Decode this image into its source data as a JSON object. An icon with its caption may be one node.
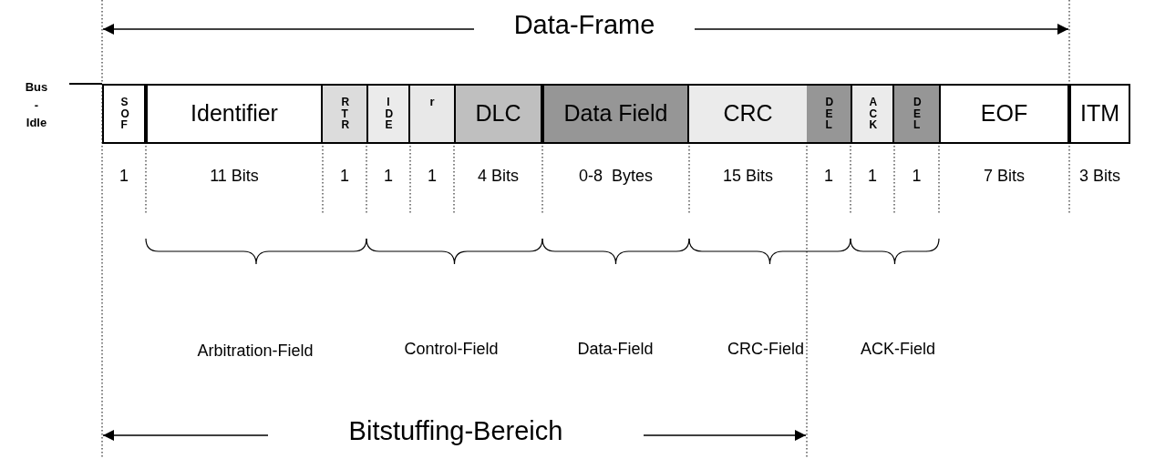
{
  "diagram": {
    "nodes": [
      {
        "text": [
          "SOF"
        ]
      },
      {
        "text": [
          "Identifier"
        ]
      },
      {
        "text": [
          "RTR"
        ]
      },
      {
        "text": [
          "IDE"
        ]
      },
      {
        "text": [
          "r"
        ]
      },
      {
        "text": [
          "DLC"
        ]
      },
      {
        "text": [
          "Data Field"
        ]
      },
      {
        "text": [
          "CRC"
        ]
      },
      {
        "text": [
          "DEL"
        ]
      },
      {
        "text": [
          "ACK"
        ]
      },
      {
        "text": [
          "DEL"
        ]
      },
      {
        "text": [
          "EOF"
        ]
      },
      {
        "text": [
          "ITM"
        ]
      }
    ],
    "labels": [
      "Data-Frame",
      "Bus - Idle",
      "1",
      "11 Bits",
      "1",
      "1",
      "1",
      "4 Bits",
      "0-8  Bytes",
      "15 Bits",
      "1",
      "1",
      "1",
      "7 Bits",
      "3 Bits",
      "Arbitration-Field",
      "Control-Field",
      "Data-Field",
      "CRC-Field",
      "ACK-Field",
      "Bitstuffing-Bereich"
    ]
  }
}
